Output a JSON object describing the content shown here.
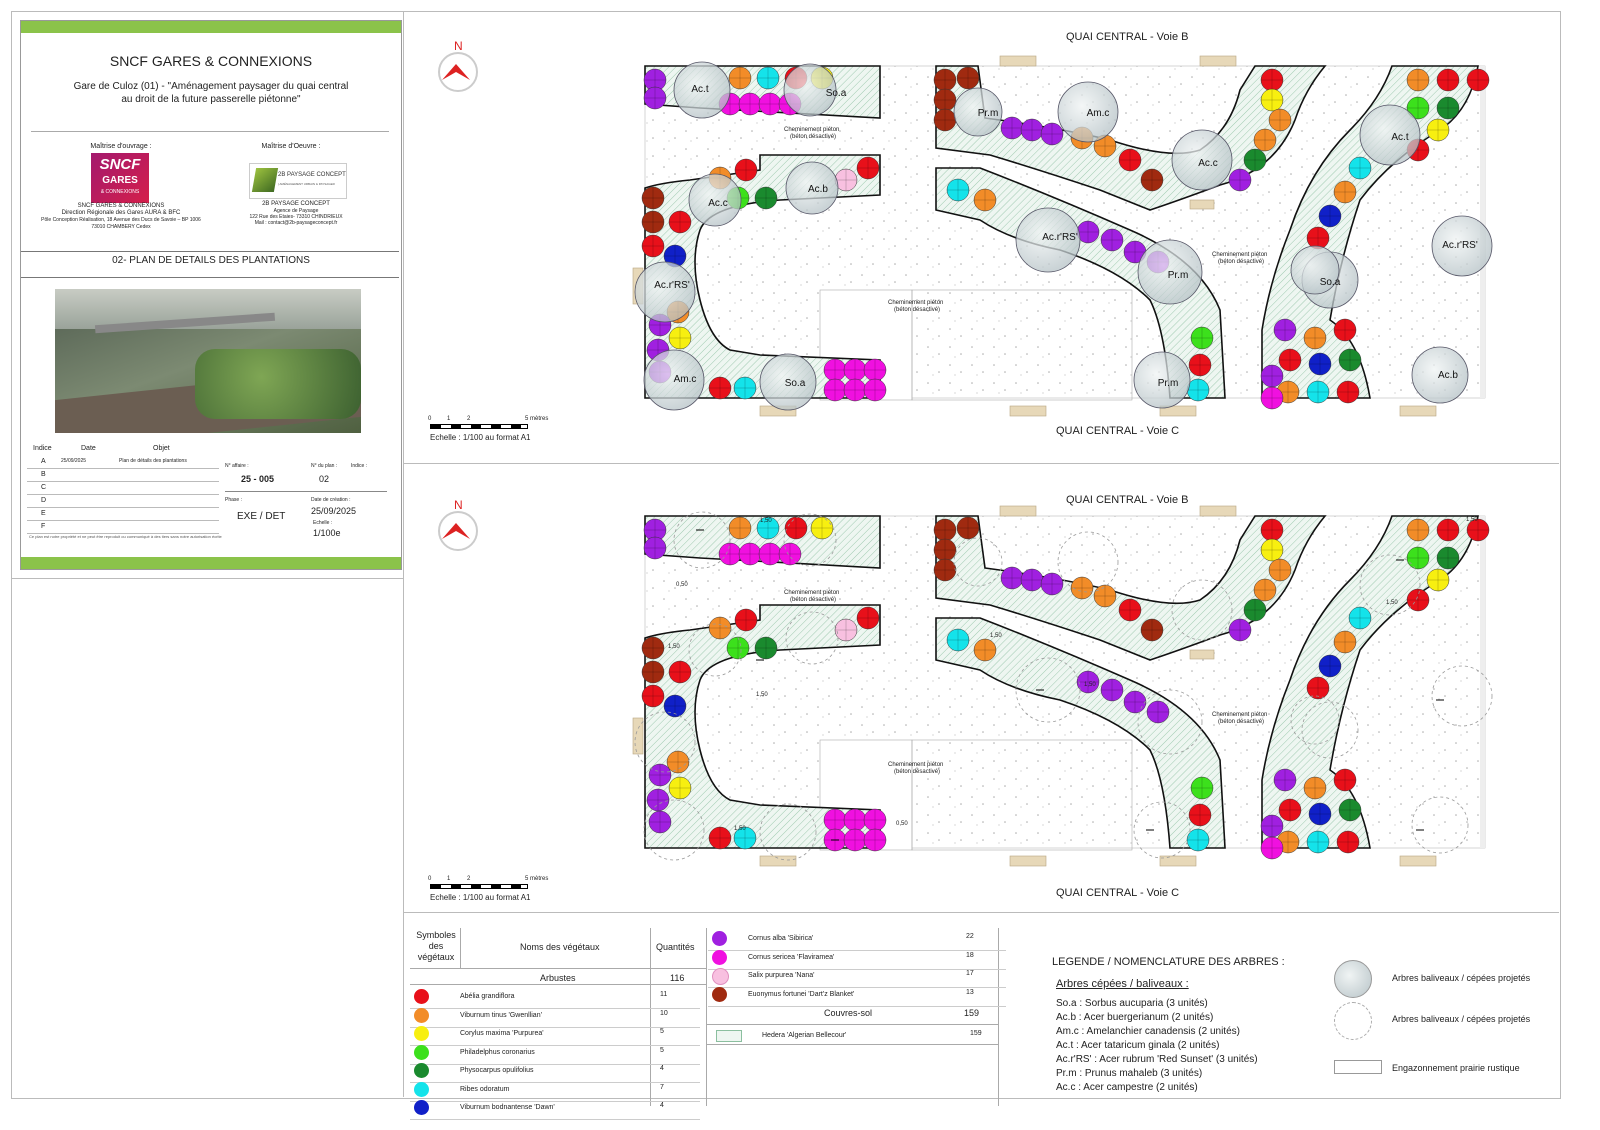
{
  "cartouche": {
    "org_title": "SNCF GARES & CONNEXIONS",
    "project_line1": "Gare de Culoz (01) - \"Aménagement paysager du quai central",
    "project_line2": "au droit de la future passerelle piétonne\"",
    "moa_label": "Maîtrise d'ouvrage :",
    "moe_label": "Maîtrise d'Oeuvre :",
    "sncf_logo_word": "SNCF",
    "gares_logo_word": "GARES",
    "gares_logo_sub": "& CONNEXIONS",
    "sncf_addr1": "SNCF GARES & CONNEXIONS",
    "sncf_addr2": "Direction Régionale des Gares AURA & BFC",
    "sncf_addr3": "Pôle Conception Réalisation, 18 Avenue des Ducs de Savoie – BP 1006",
    "sncf_addr4": "73010 CHAMBERY Cedex",
    "moe_logo_text": "2B PAYSAGE CONCEPT",
    "moe_logo_sub": "| AMÉNAGEMENT URBAIN & PAYSAGER",
    "moe_addr1": "2B PAYSAGE CONCEPT",
    "moe_addr2": "Agence de Paysage",
    "moe_addr3": "122 Rue des Etaies- 73310 CHINDRIEUX",
    "moe_addr4": "Mail : contact@2b-paysageconcept.fr",
    "plan_title": "02- PLAN DE DETAILS DES PLANTATIONS",
    "hdr_indice": "Indice",
    "hdr_date": "Date",
    "hdr_objet": "Objet",
    "rev_indices": [
      "A",
      "B",
      "C",
      "D",
      "E",
      "F"
    ],
    "rev_a_date": "25/09/2025",
    "rev_a_objet": "Plan de détails des plantations",
    "affaire_label": "N° affaire :",
    "affaire_value": "25 - 005",
    "plan_no_label": "N° du plan :",
    "plan_no_value": "02",
    "indice_label": "Indice :",
    "phase_label": "Phase :",
    "phase_value": "EXE / DET",
    "date_creation_label": "Date de création :",
    "date_creation_value": "25/09/2025",
    "echelle_label": "Echelle :",
    "echelle_value": "1/100e",
    "footer_note": "Ce plan est notre propriété et ne peut être reproduit ou communiqué à des tiers sans notre autorisation écrite"
  },
  "plan_top": {
    "north": "N",
    "label_top": "QUAI CENTRAL - Voie B",
    "label_bottom": "QUAI CENTRAL - Voie C",
    "scale_ticks": [
      "0",
      "1",
      "2",
      "5 mètres"
    ],
    "scale_caption": "Echelle : 1/100 au format A1",
    "path_line1": "Cheminement piéton",
    "path_line2": "(béton désactivé)",
    "tree_labels": [
      "Ac.t",
      "So.a",
      "Ac.c",
      "Ac.b",
      "Ac.r'RS'",
      "Am.c",
      "So.a",
      "Pr.m",
      "Am.c",
      "Ac.c",
      "Ac.r'RS'",
      "Pr.m",
      "Ac.t",
      "So.a",
      "Ac.r'RS'",
      "Ac.b",
      "Pr.m"
    ]
  },
  "plan_bottom": {
    "north": "N",
    "label_top": "QUAI CENTRAL - Voie B",
    "label_bottom": "QUAI CENTRAL - Voie C",
    "scale_ticks": [
      "0",
      "1",
      "2",
      "5 mètres"
    ],
    "scale_caption": "Echelle : 1/100 au format A1",
    "path_line1": "Cheminement piéton",
    "path_line2": "(béton désactivé)",
    "dims": [
      "1,50",
      "0,50",
      "1,50",
      "1,50",
      "1,50",
      "1,50",
      "1,50",
      "1,50",
      "1,50",
      "0,50"
    ]
  },
  "legend": {
    "col_symbols": "Symboles des végétaux",
    "col_names": "Noms des végétaux",
    "col_qty": "Quantités",
    "arbustes_label": "Arbustes",
    "arbustes_total": "116",
    "shrubs_left": [
      {
        "name": "Abélia grandiflora",
        "qty": "11",
        "color": "#e8101a"
      },
      {
        "name": "Viburnum tinus 'Gwenllian'",
        "qty": "10",
        "color": "#f28c28"
      },
      {
        "name": "Corylus maxima 'Purpurea'",
        "qty": "5",
        "color": "#f7ef10"
      },
      {
        "name": "Philadelphus coronarius",
        "qty": "5",
        "color": "#3ce01c"
      },
      {
        "name": "Physocarpus opulifolius",
        "qty": "4",
        "color": "#1a8a2e"
      },
      {
        "name": "Ribes odoratum",
        "qty": "7",
        "color": "#14e3ea"
      },
      {
        "name": "Viburnum bodnantense 'Dawn'",
        "qty": "4",
        "color": "#1020c8"
      }
    ],
    "shrubs_right": [
      {
        "name": "Cornus alba 'Sibirica'",
        "qty": "22",
        "color": "#a020e0"
      },
      {
        "name": "Cornus sericea 'Flaviramea'",
        "qty": "18",
        "color": "#f010e0"
      },
      {
        "name": "Salix purpurea 'Nana'",
        "qty": "17",
        "color": "#f8c0e0"
      },
      {
        "name": "Euonymus fortunei 'Dart'z Blanket'",
        "qty": "13",
        "color": "#a02a10"
      }
    ],
    "couvres_label": "Couvres-sol",
    "couvres_total": "159",
    "ground": {
      "name": "Hedera 'Algerian Bellecour'",
      "qty": "159"
    }
  },
  "trees_legend": {
    "title": "LEGENDE / NOMENCLATURE DES ARBRES :",
    "subtitle": "Arbres cépées / baliveaux :",
    "items": [
      "So.a : Sorbus aucuparia (3 unités)",
      "Ac.b : Acer buergerianum (2 unités)",
      "Am.c : Amelanchier canadensis (2 unités)",
      "Ac.t : Acer tataricum ginala (2 unités)",
      "Ac.r'RS' : Acer rubrum 'Red Sunset' (3 unités)",
      "Pr.m : Prunus mahaleb (3 unités)",
      "Ac.c : Acer campestre (2 unités)"
    ],
    "sym1": "Arbres baliveaux / cépées projetés",
    "sym2": "Arbres baliveaux / cépées projetés",
    "sym3": "Engazonnement prairie rustique"
  }
}
